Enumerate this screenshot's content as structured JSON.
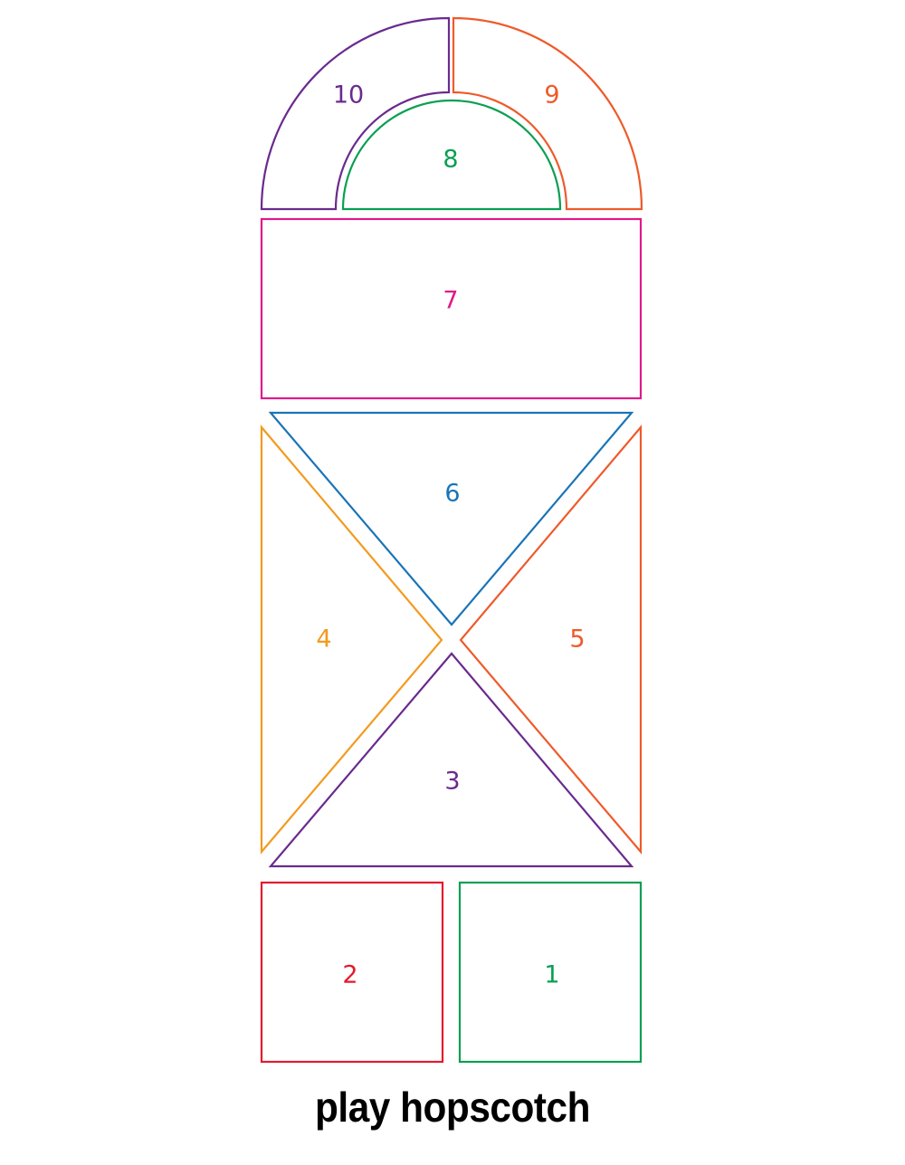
{
  "caption": "play hopscotch",
  "cells": [
    {
      "id": "cell-1",
      "number": "1",
      "color": "#0a9f52"
    },
    {
      "id": "cell-2",
      "number": "2",
      "color": "#e21b2d"
    },
    {
      "id": "cell-3",
      "number": "3",
      "color": "#6a2a8e"
    },
    {
      "id": "cell-4",
      "number": "4",
      "color": "#f39a1e"
    },
    {
      "id": "cell-5",
      "number": "5",
      "color": "#ef5a2a"
    },
    {
      "id": "cell-6",
      "number": "6",
      "color": "#1a74b8"
    },
    {
      "id": "cell-7",
      "number": "7",
      "color": "#e0198a"
    },
    {
      "id": "cell-8",
      "number": "8",
      "color": "#0a9f52"
    },
    {
      "id": "cell-9",
      "number": "9",
      "color": "#ef5a2a"
    },
    {
      "id": "cell-10",
      "number": "10",
      "color": "#6a2a8e"
    }
  ]
}
